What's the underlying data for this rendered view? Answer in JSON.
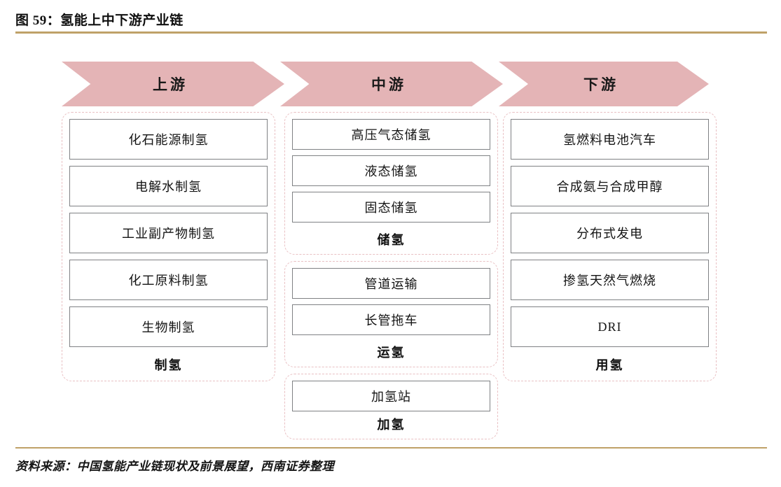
{
  "figure": {
    "title": "图 59：氢能上中下游产业链",
    "source": "资料来源：中国氢能产业链现状及前景展望，西南证券整理",
    "accent_color": "#bfa168",
    "chevron_color": "#e4b4b6",
    "dashed_border_color": "#e9c0c3",
    "node_border_color": "#7f8184"
  },
  "stages": [
    {
      "key": "upstream",
      "label": "上游"
    },
    {
      "key": "midstream",
      "label": "中游"
    },
    {
      "key": "downstream",
      "label": "下游"
    }
  ],
  "columns": {
    "upstream": {
      "groups": [
        {
          "label": "制氢",
          "nodes": [
            "化石能源制氢",
            "电解水制氢",
            "工业副产物制氢",
            "化工原料制氢",
            "生物制氢"
          ]
        }
      ]
    },
    "midstream": {
      "groups": [
        {
          "label": "储氢",
          "nodes": [
            "高压气态储氢",
            "液态储氢",
            "固态储氢"
          ]
        },
        {
          "label": "运氢",
          "nodes": [
            "管道运输",
            "长管拖车"
          ]
        },
        {
          "label": "加氢",
          "nodes": [
            "加氢站"
          ]
        }
      ]
    },
    "downstream": {
      "groups": [
        {
          "label": "用氢",
          "nodes": [
            "氢燃料电池汽车",
            "合成氨与合成甲醇",
            "分布式发电",
            "掺氢天然气燃烧",
            "DRI"
          ]
        }
      ]
    }
  }
}
